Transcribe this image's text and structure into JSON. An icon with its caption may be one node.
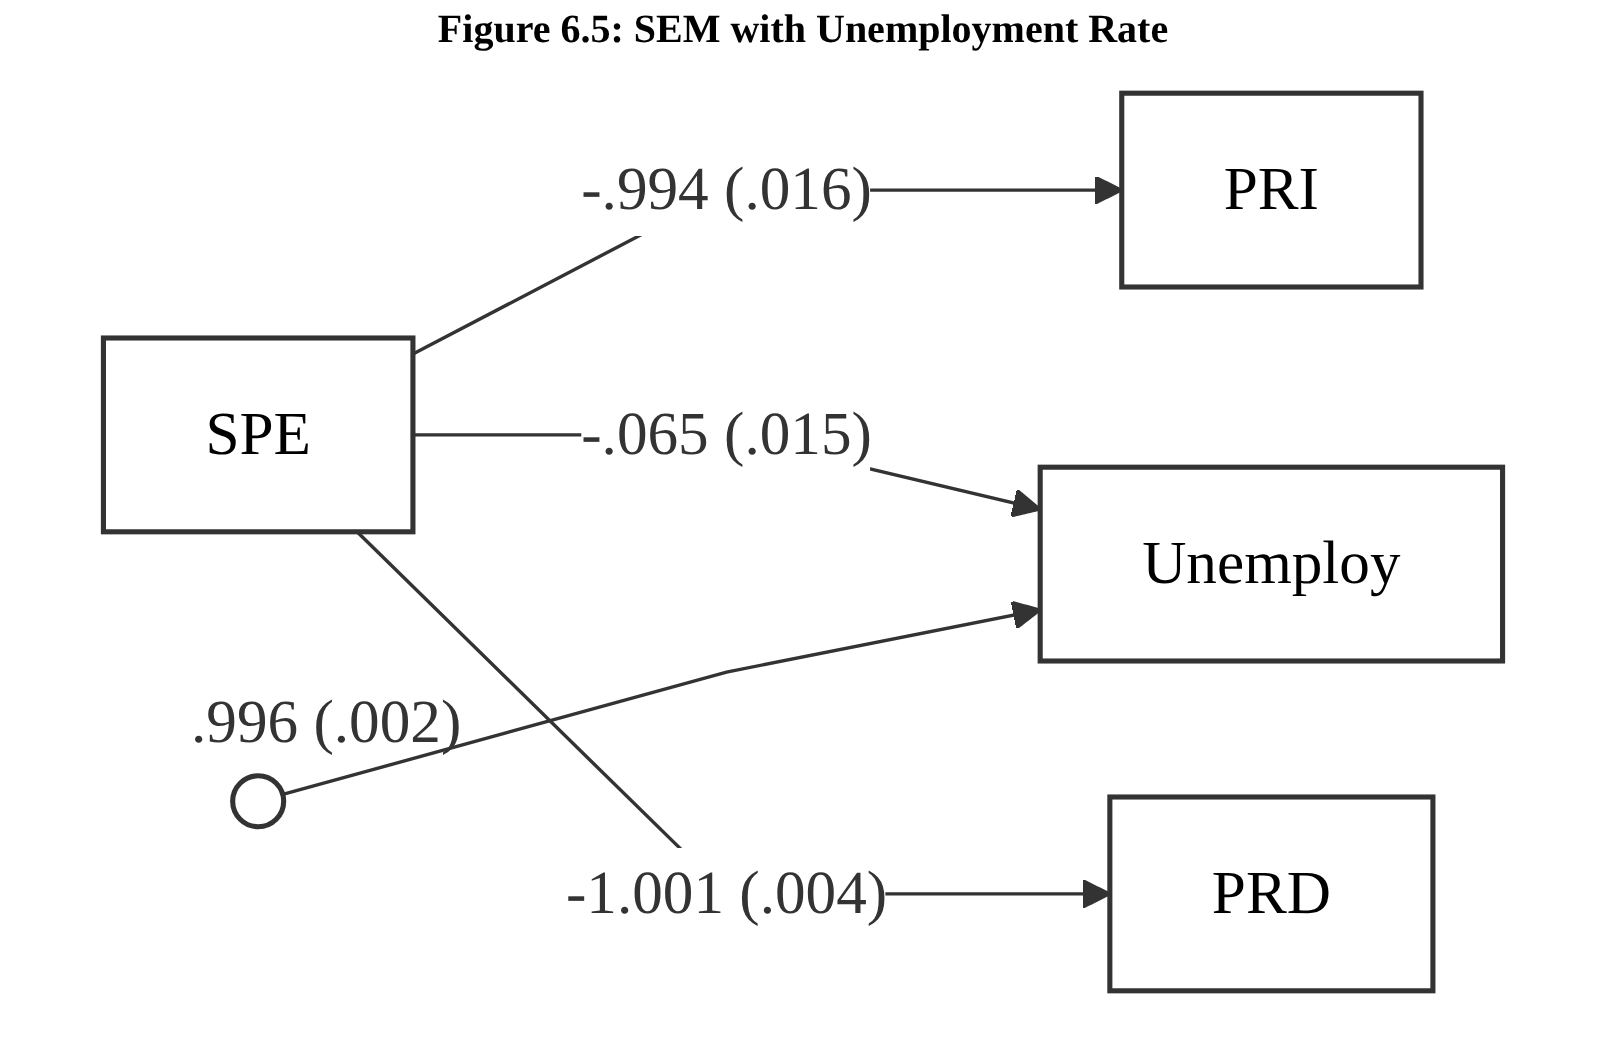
{
  "diagram": {
    "title": "Figure 6.5: SEM with Unemployment Rate",
    "nodes": [
      {
        "text": [
          "SPE"
        ]
      },
      {
        "text": [
          "PRI"
        ]
      },
      {
        "text": [
          "Unemploy"
        ]
      },
      {
        "text": [],
        "shape": "circle",
        "beside": [
          ".996 (.002)"
        ]
      },
      {
        "text": [
          "PRD"
        ]
      }
    ],
    "edges": [
      {
        "from": 0,
        "to": 1,
        "arrow": "to",
        "label": "-.994 (.016)"
      },
      {
        "from": 0,
        "to": 2,
        "arrow": "to",
        "label": "-.065 (.015)"
      },
      {
        "from": 3,
        "to": 2,
        "arrow": "to"
      },
      {
        "from": 0,
        "to": 4,
        "arrow": "to",
        "label": "-1.001 (.004)"
      }
    ]
  }
}
